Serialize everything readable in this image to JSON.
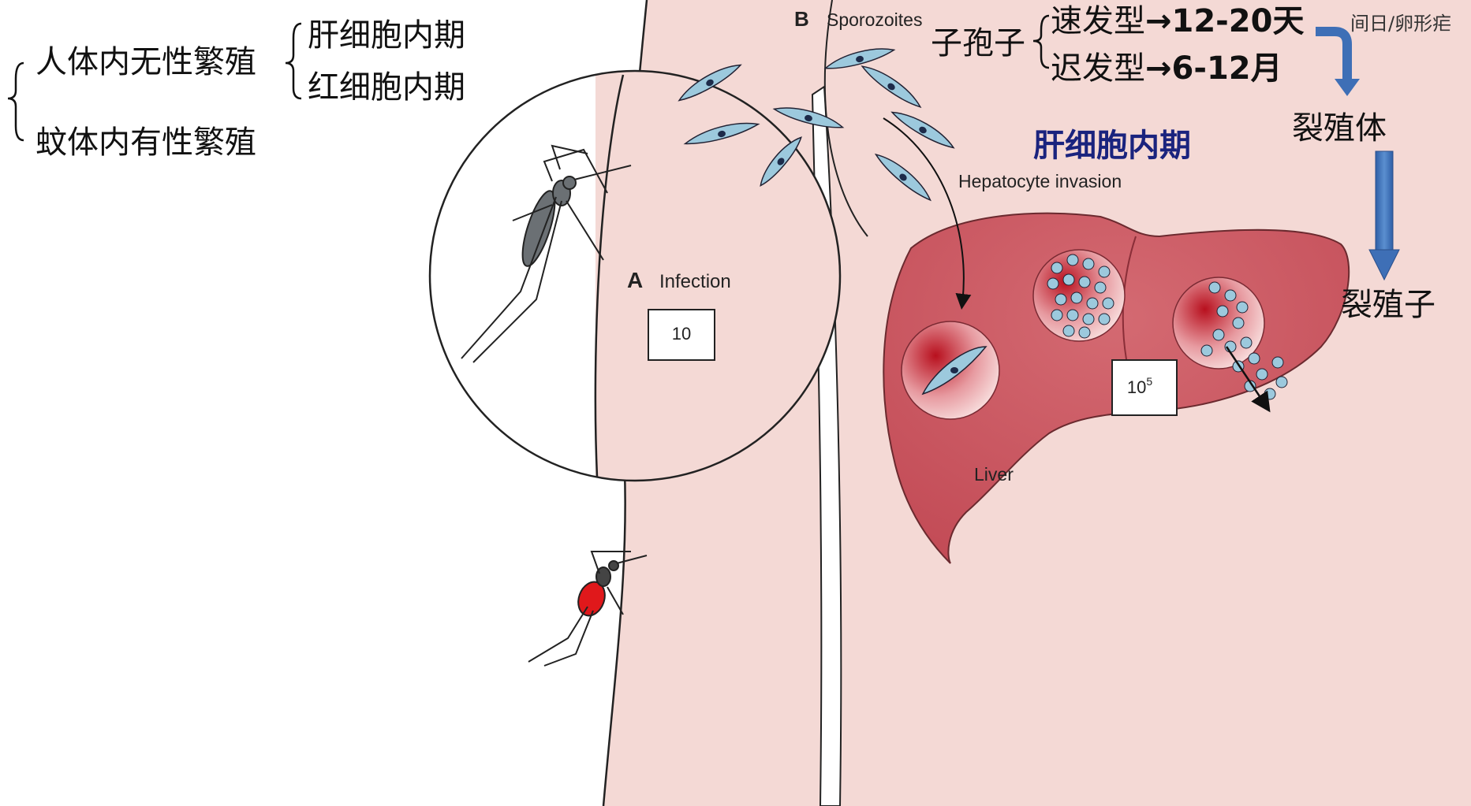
{
  "classification": {
    "asexual_in_human": "人体内无性繁殖",
    "liver_stage": "肝细胞内期",
    "rbc_stage": "红细胞内期",
    "sexual_in_mosquito": "蚊体内有性繁殖"
  },
  "sporozoite_types": {
    "heading": "子孢子",
    "fast_type": "速发型",
    "fast_period": "12-20天",
    "slow_type": "迟发型",
    "slow_period": "6-12月",
    "arrow_glyph": "→",
    "note": "间日/卵形疟"
  },
  "progression": {
    "schizont": "裂殖体",
    "merozoite": "裂殖子"
  },
  "panel_a": {
    "letter": "A",
    "title": "Infection",
    "count": "10"
  },
  "panel_b": {
    "letter": "B",
    "title": "Sporozoites",
    "stage_title_zh": "肝细胞内期",
    "invasion_label": "Hepatocyte invasion",
    "organ_label": "Liver",
    "count_base": "10",
    "count_exp": "5"
  },
  "colors": {
    "skin": "#f4d9d5",
    "liver": "#c9545d",
    "stage_title": "#1a237e",
    "flow_arrow": "#3e6fb6",
    "sporozoite": "#9cc9dd",
    "mosquito_blood": "#e0181b"
  }
}
